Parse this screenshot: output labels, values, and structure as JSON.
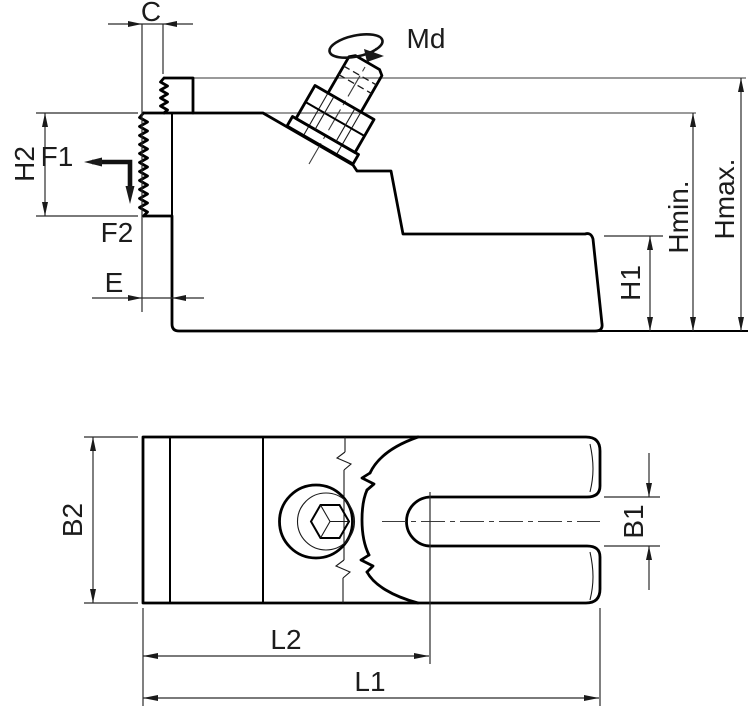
{
  "drawing": {
    "kind": "engineering dimension drawing, clamp: side elevation and plan view",
    "colors": {
      "background": "#ffffff",
      "part_outline": "#000000",
      "dimension_lines": "#2b2b2b",
      "reference_lines": "#787878",
      "text": "#1c1c1c"
    },
    "labels": {
      "c": "C",
      "md": "Md",
      "h2": "H2",
      "f1": "F1",
      "f2": "F2",
      "e": "E",
      "h1": "H1",
      "hmin": "Hmin.",
      "hmax": "Hmax.",
      "b2": "B2",
      "b1": "B1",
      "l2": "L2",
      "l1": "L1"
    }
  }
}
